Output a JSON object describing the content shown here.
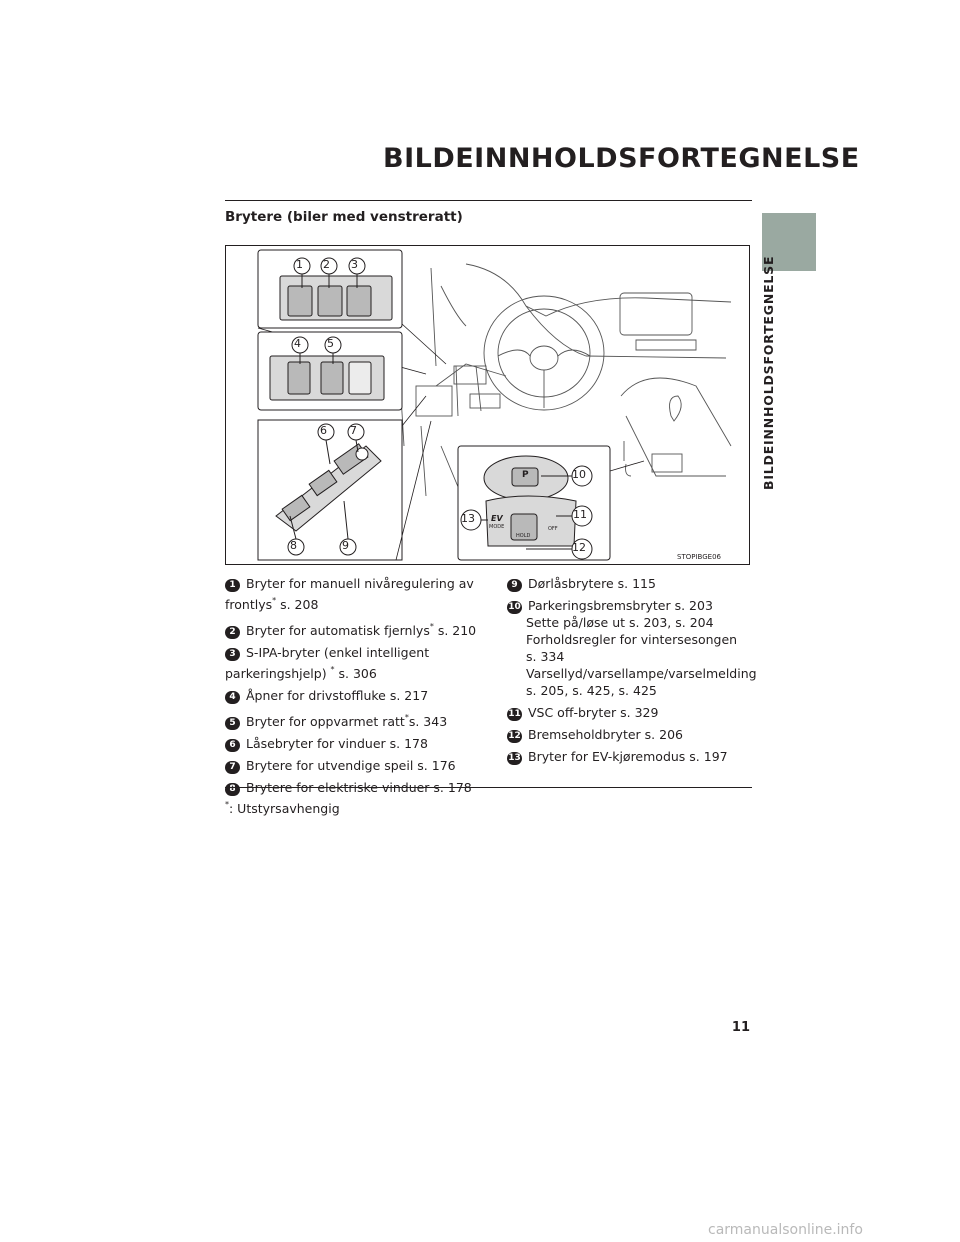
{
  "header": {
    "title": "BILDEINNHOLDSFORTEGNELSE"
  },
  "side_tab": {
    "label": "BILDEINNHOLDSFORTEGNELSE",
    "color": "#9aa9a1"
  },
  "section_title": "Brytere (biler med venstreratt)",
  "figure": {
    "code": "STOPIBGE06",
    "callouts": [
      "1",
      "2",
      "3",
      "4",
      "5",
      "6",
      "7",
      "8",
      "9",
      "10",
      "11",
      "12",
      "13"
    ],
    "button_labels": {
      "ev": "EV",
      "mode": "MODE",
      "hold": "HOLD",
      "off": "OFF",
      "p": "P"
    }
  },
  "items_left": [
    {
      "num": "1",
      "text": "Bryter for manuell nivåregulering av frontlys",
      "star": "*",
      "after": " s. 208"
    },
    {
      "num": "2",
      "text": "Bryter for automatisk fjernlys",
      "star": "*",
      "after": " s. 210"
    },
    {
      "num": "3",
      "text": "S-IPA-bryter (enkel intelligent parkeringshjelp) ",
      "star": "*",
      "after": " s. 306"
    },
    {
      "num": "4",
      "text": "Åpner for drivstoffluke s. 217"
    },
    {
      "num": "5",
      "text": "Bryter for oppvarmet ratt",
      "star": "*",
      "after": "s. 343"
    },
    {
      "num": "6",
      "text": "Låsebryter for vinduer s. 178"
    },
    {
      "num": "7",
      "text": "Brytere for utvendige speil s. 176"
    },
    {
      "num": "8",
      "text": "Brytere for elektriske vinduer s. 178"
    }
  ],
  "items_right": [
    {
      "num": "9",
      "text": "Dørlåsbrytere s. 115"
    },
    {
      "num": "10",
      "text": "Parkeringsbremsbryter s. 203",
      "sub": [
        "Sette på/løse ut s. 203, s. 204",
        "Forholdsregler for vintersesongen",
        "s. 334",
        "Varsellyd/varsellampe/varselmelding",
        "s. 205, s. 425, s. 425"
      ]
    },
    {
      "num": "11",
      "text": "VSC off-bryter s. 329"
    },
    {
      "num": "12",
      "text": "Bremseholdbryter s. 206"
    },
    {
      "num": "13",
      "text": "Bryter for EV-kjøremodus s. 197"
    }
  ],
  "footnote": {
    "star": "*",
    "text": ": Utstyrsavhengig"
  },
  "page_number": "11",
  "watermark": "carmanualsonline.info"
}
